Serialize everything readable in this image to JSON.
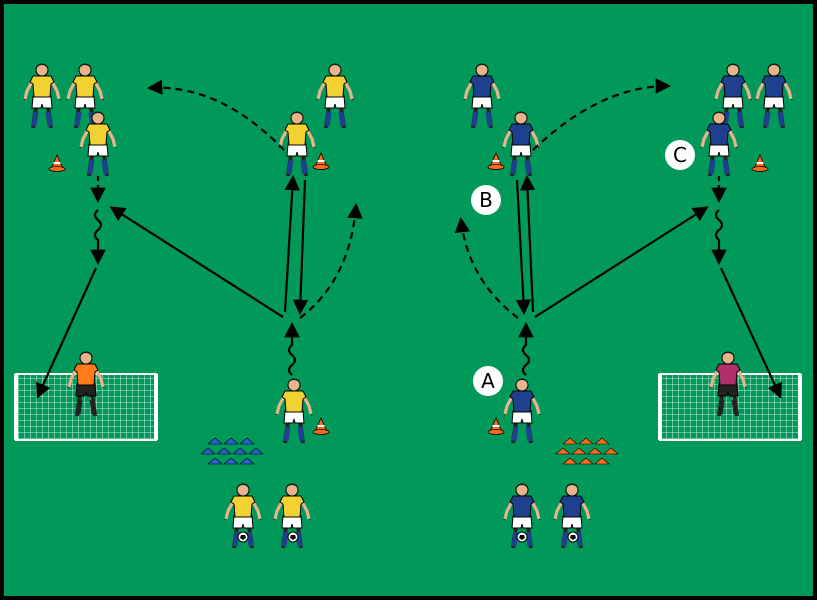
{
  "colors": {
    "pitch": "#009959",
    "border": "#000000",
    "yellow_shirt": "#f2d233",
    "blue_shirt": "#1f3f8f",
    "shorts": "#ffffff",
    "socks_blue": "#1f3f8f",
    "skin": "#e8b48c",
    "cone": "#ff6a1a",
    "gk_left": "#ff7a1a",
    "gk_right": "#b0306a",
    "flat_cone_blue": "#2a5fd0",
    "flat_cone_orange": "#ff6a1a",
    "goal_net": "#ffffff"
  },
  "markers": [
    {
      "id": "A",
      "text": "A"
    },
    {
      "id": "B",
      "text": "B"
    },
    {
      "id": "C",
      "text": "C"
    }
  ],
  "icons": {
    "player": "player-icon",
    "goalkeeper": "goalkeeper-icon",
    "cone": "cone-icon",
    "flat_cone": "flat-cone-icon",
    "ball": "ball-icon",
    "goal": "goal-icon"
  }
}
